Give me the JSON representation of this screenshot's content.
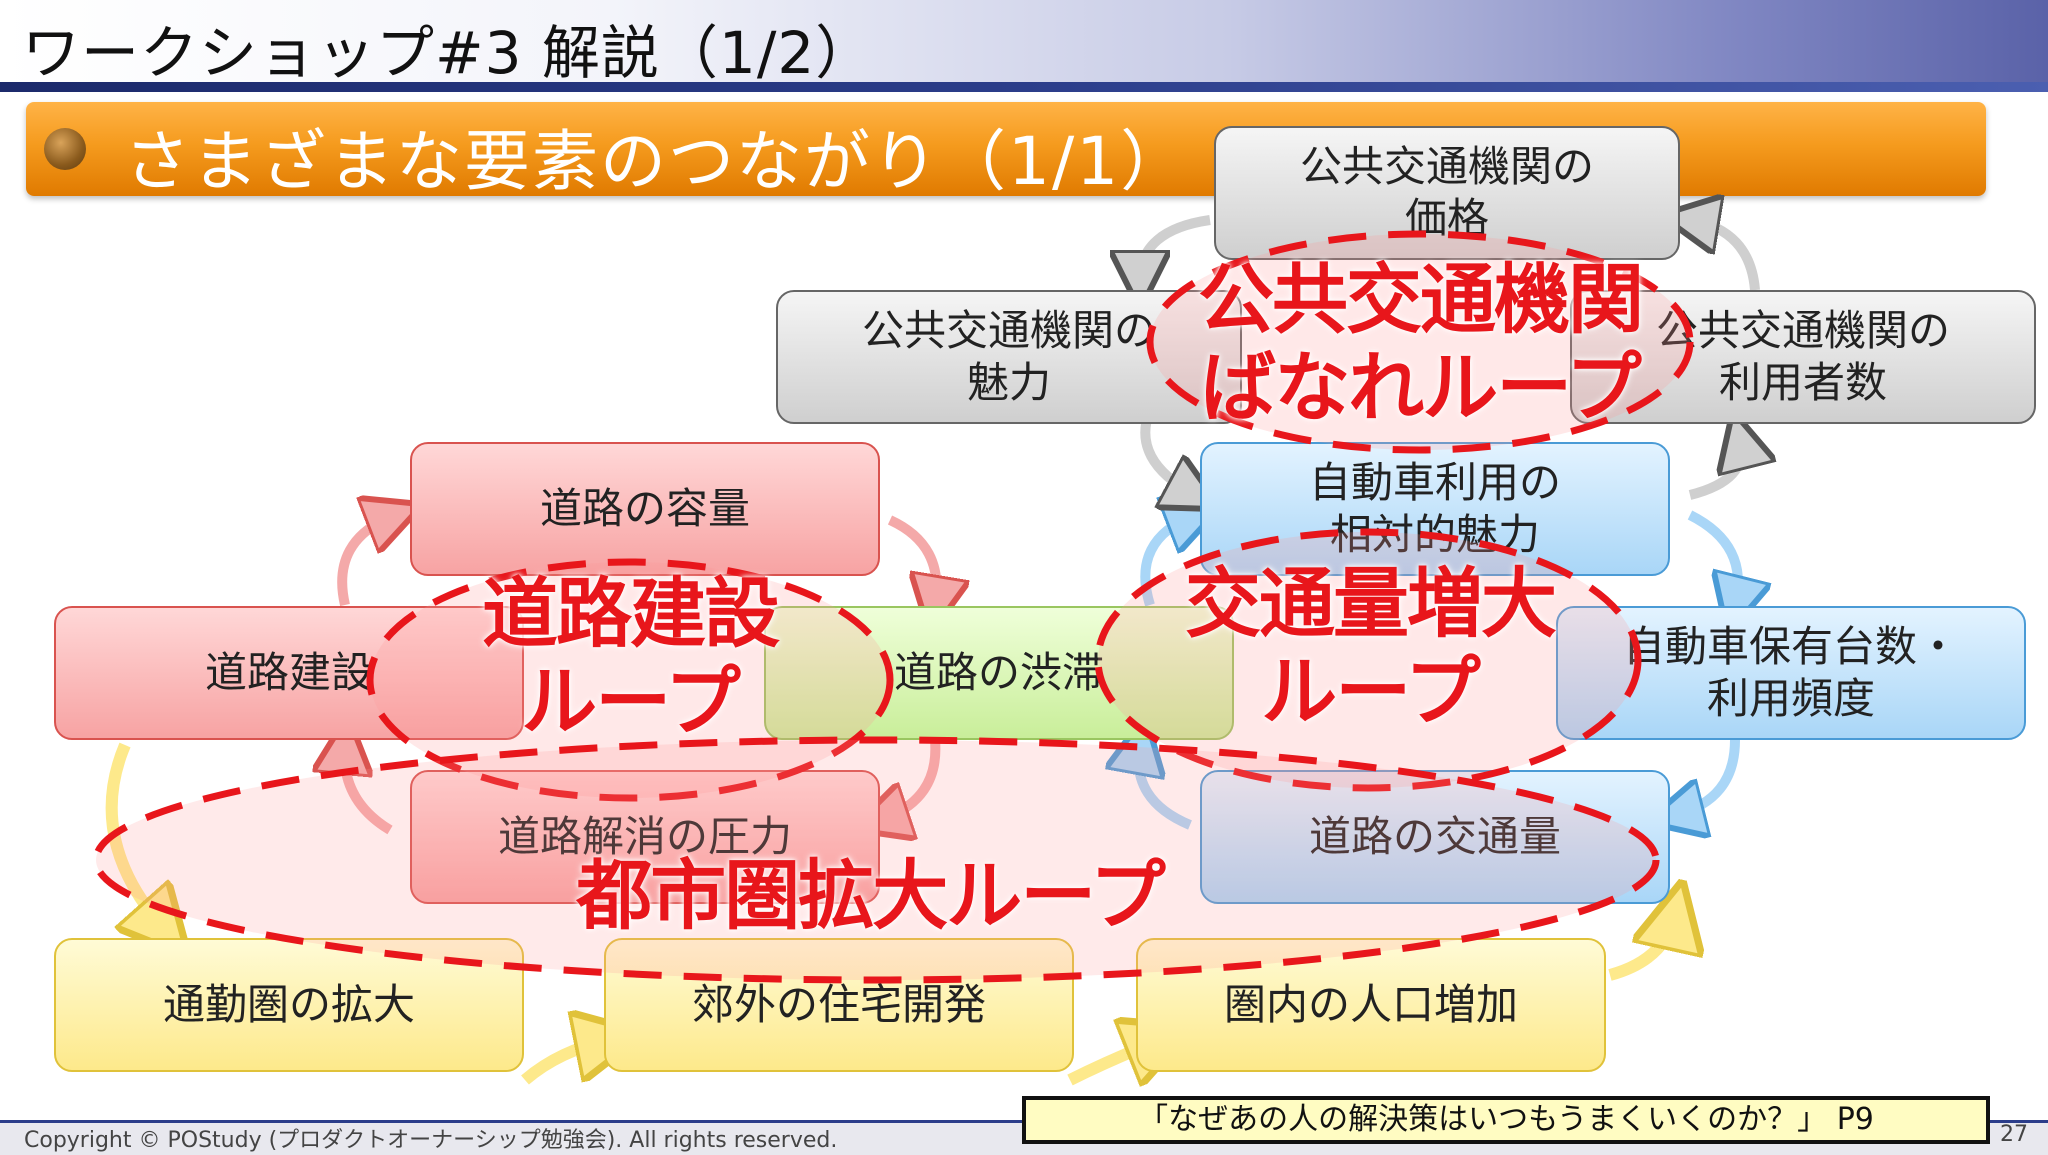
{
  "header": {
    "title": "ワークショップ#3 解説（1/2）"
  },
  "section": {
    "title": "さまざまな要素のつながり（1/1）"
  },
  "nodes": {
    "road_capacity": "道路の容量",
    "road_building": "道路建設",
    "road_congestion": "道路の渋滞",
    "road_relief_pressure": "道路解消の圧力",
    "public_price": "公共交通機関の\n価格",
    "public_appeal": "公共交通機関の\n魅力",
    "public_users": "公共交通機関の\n利用者数",
    "car_appeal": "自動車利用の\n相対的魅力",
    "car_ownership": "自動車保有台数・\n利用頻度",
    "road_traffic": "道路の交通量",
    "commute_area": "通勤圏の拡大",
    "suburb_housing": "郊外の住宅開発",
    "population": "圏内の人口増加"
  },
  "loops": {
    "public_loop": "公共交通機関\nばなれループ",
    "road_loop": "道路建設\nループ",
    "traffic_loop": "交通量増大\nループ",
    "city_loop": "都市圏拡大ループ"
  },
  "footer": {
    "copyright": "Copyright © POStudy (プロダクトオーナーシップ勉強会).  All rights reserved.",
    "quote": "「なぜあの人の解決策はいつもうまくいくのか？」 P9",
    "page": "27"
  },
  "colors": {
    "loop_red": "#e8161b",
    "red_box": "#f7a3a3",
    "green_box": "#c9ee9a",
    "blue_box": "#a9d6f7",
    "gray_box": "#cfcfcf",
    "yellow_box": "#fde98b",
    "banner_orange": "#f59b1e"
  }
}
